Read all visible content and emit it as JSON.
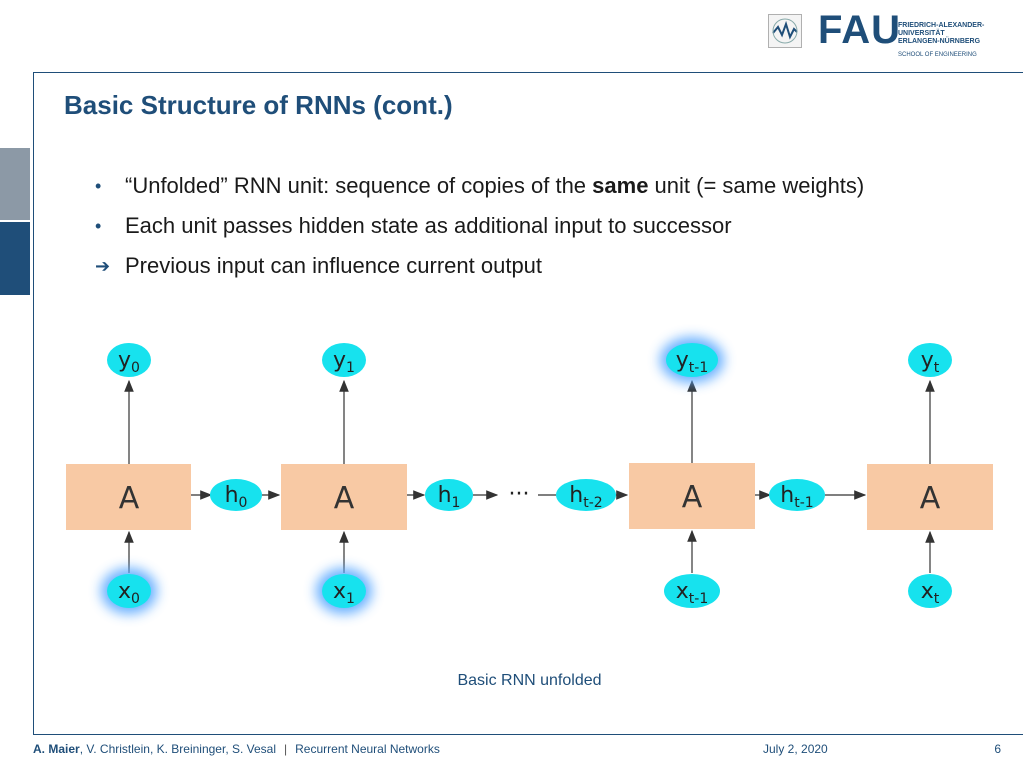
{
  "header": {
    "logo_mark": "FAU",
    "university_lines": [
      "FRIEDRICH-ALEXANDER-",
      "UNIVERSITÄT",
      "ERLANGEN-NÜRNBERG"
    ],
    "school": "SCHOOL OF ENGINEERING"
  },
  "slide": {
    "title": "Basic Structure of RNNs (cont.)",
    "bullets": [
      {
        "marker": "•",
        "pre": "“Unfolded” RNN unit: sequence of copies of the ",
        "bold": "same",
        "post": " unit (= same weights)"
      },
      {
        "marker": "•",
        "pre": "Each unit passes hidden state as additional input to successor",
        "bold": "",
        "post": ""
      },
      {
        "marker": "➔",
        "pre": "Previous input can influence current output",
        "bold": "",
        "post": ""
      }
    ]
  },
  "diagram": {
    "unit_label": "A",
    "ellipsis": "···",
    "outputs": [
      {
        "base": "y",
        "sub": "0"
      },
      {
        "base": "y",
        "sub": "1"
      },
      {
        "base": "y",
        "sub": "t-1"
      },
      {
        "base": "y",
        "sub": "t"
      }
    ],
    "inputs": [
      {
        "base": "x",
        "sub": "0"
      },
      {
        "base": "x",
        "sub": "1"
      },
      {
        "base": "x",
        "sub": "t-1"
      },
      {
        "base": "x",
        "sub": "t"
      }
    ],
    "hidden": [
      {
        "base": "h",
        "sub": "0"
      },
      {
        "base": "h",
        "sub": "1"
      },
      {
        "base": "h",
        "sub": "t-2"
      },
      {
        "base": "h",
        "sub": "t-1"
      }
    ],
    "colors": {
      "unit_fill": "#f8c9a4",
      "node_fill": "#17e2ee",
      "glow": "#5aa8ff",
      "arrow": "#333333"
    }
  },
  "caption": "Basic RNN unfolded",
  "footer": {
    "author_bold": "A. Maier",
    "authors_rest": ", V. Christlein, K. Breininger, S. Vesal",
    "separator": "|",
    "course": "Recurrent Neural Networks",
    "date": "July 2, 2020",
    "page": "6"
  }
}
